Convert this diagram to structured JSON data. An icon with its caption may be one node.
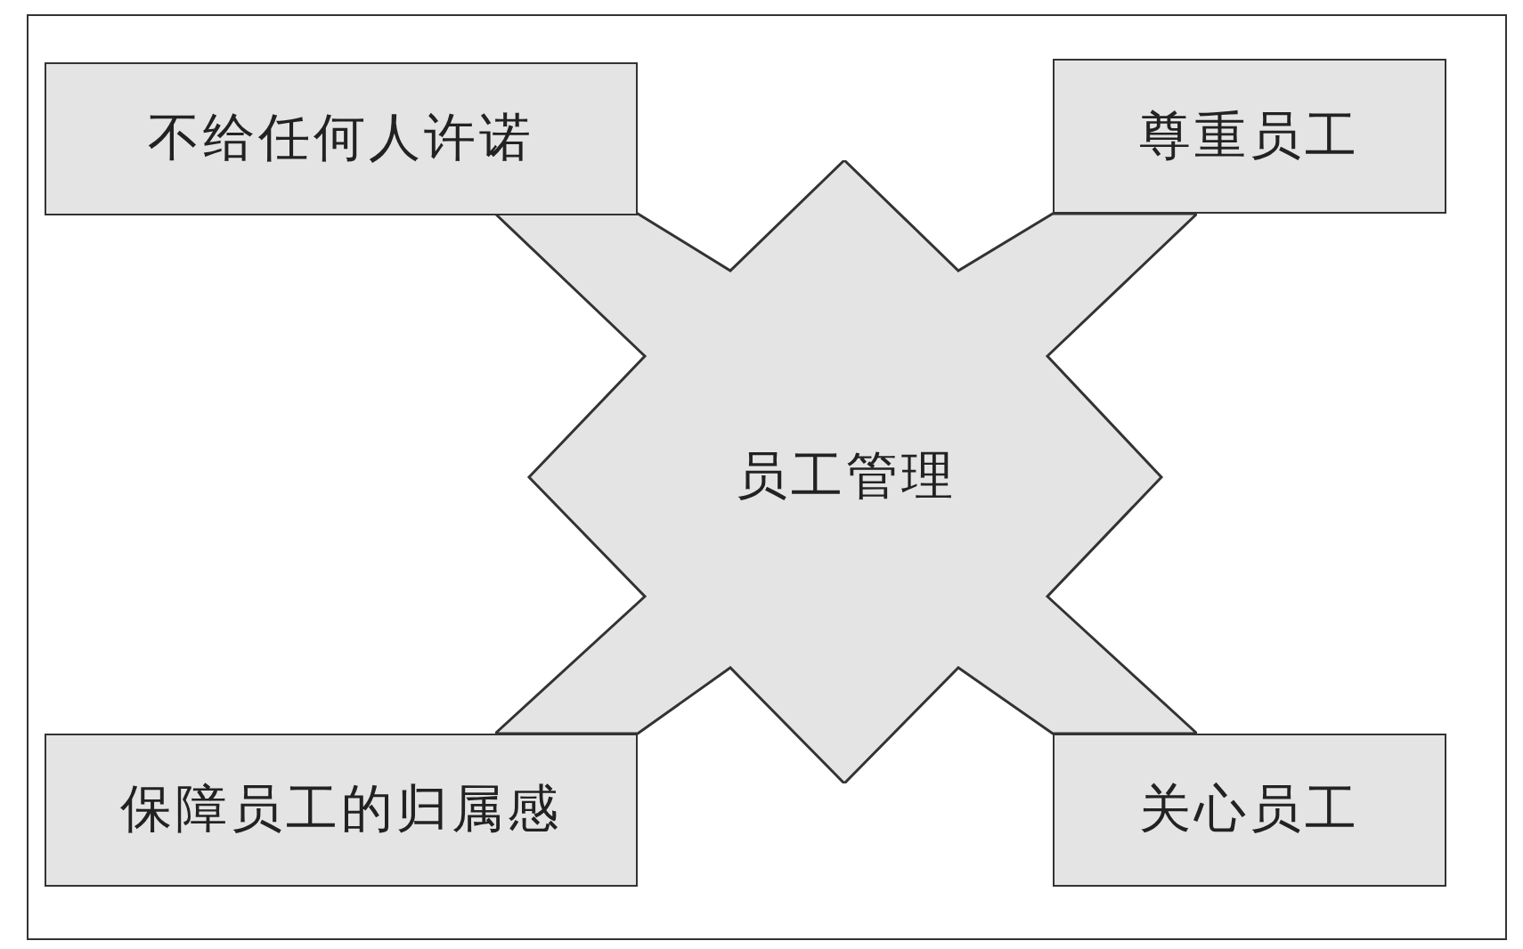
{
  "diagram": {
    "nodes": [
      {
        "text": [
          "不给任何人许诺"
        ]
      },
      {
        "text": [
          "尊重员工"
        ]
      },
      {
        "text": [
          "员工管理"
        ]
      },
      {
        "text": [
          "保障员工的归属感"
        ]
      },
      {
        "text": [
          "关心员工"
        ]
      }
    ]
  }
}
